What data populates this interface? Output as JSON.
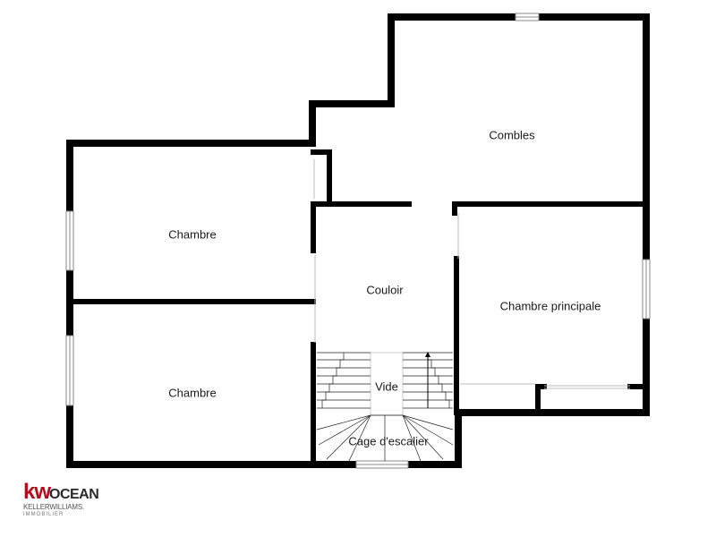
{
  "plan": {
    "rooms": [
      {
        "id": "combles",
        "label": "Combles"
      },
      {
        "id": "chambre-top",
        "label": "Chambre"
      },
      {
        "id": "couloir",
        "label": "Couloir"
      },
      {
        "id": "chambre-principale",
        "label": "Chambre principale"
      },
      {
        "id": "chambre-bottom",
        "label": "Chambre"
      },
      {
        "id": "vide",
        "label": "Vide"
      },
      {
        "id": "cage-escalier",
        "label": "Cage d'escalier"
      }
    ]
  },
  "logo": {
    "kw": "kw",
    "ocean": "OCEAN",
    "brand_line": "KELLERWILLIAMS.",
    "sub_line": "IMMOBILIER",
    "brand_color": "#b40f1f"
  },
  "colors": {
    "wall": "#000000",
    "background": "#ffffff",
    "window_frame": "#aaaaaa"
  }
}
